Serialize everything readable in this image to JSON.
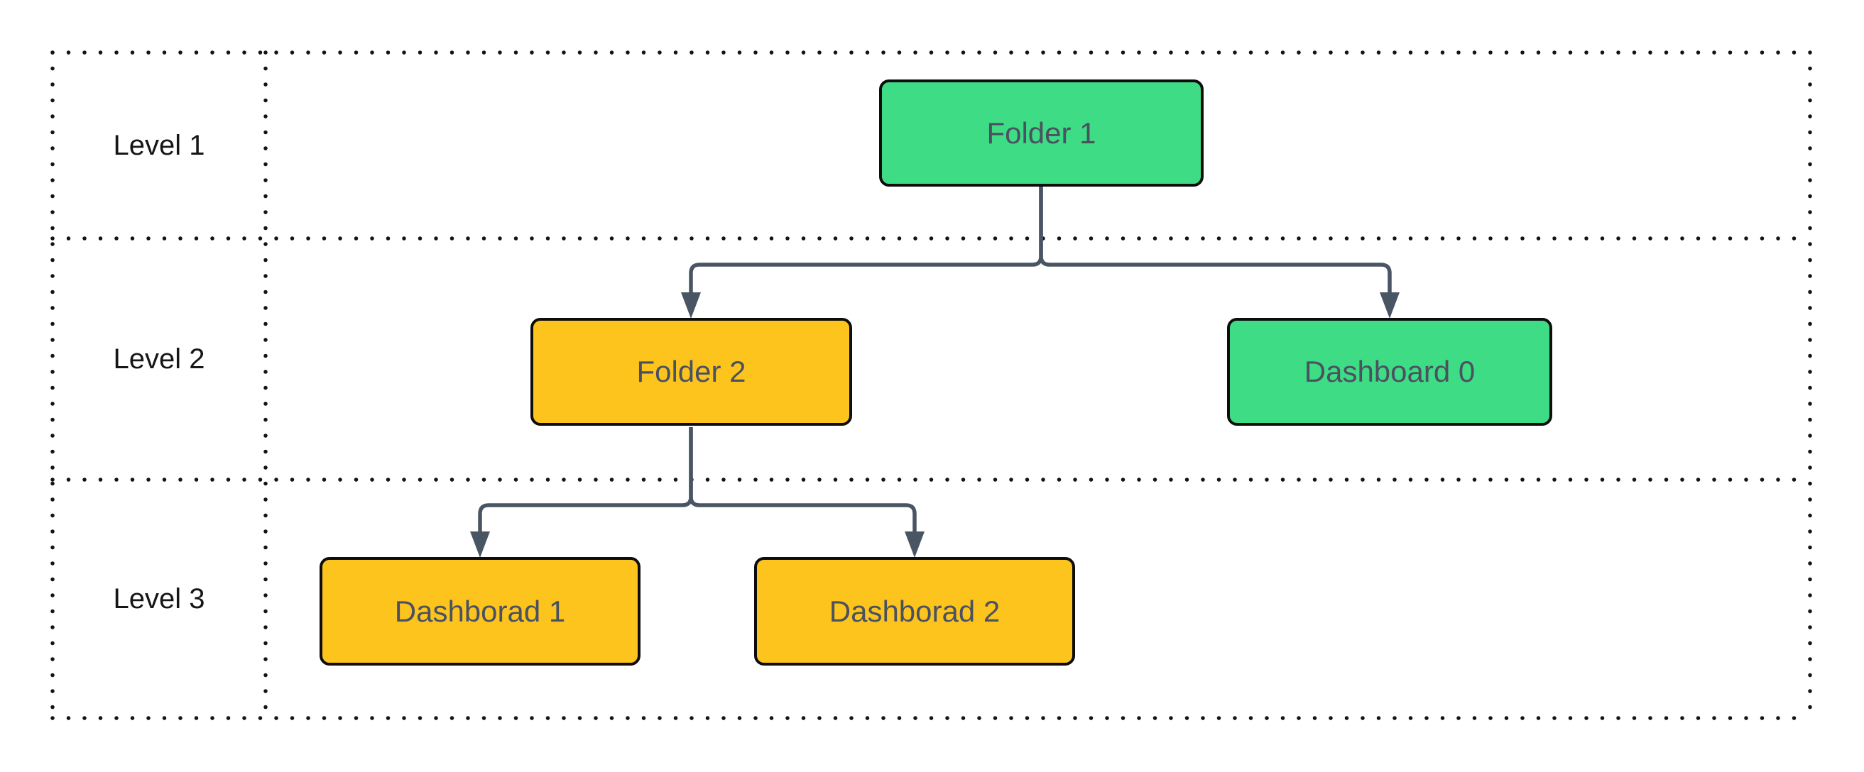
{
  "diagram": {
    "type": "tree-flowchart",
    "colors": {
      "node-green": "#3edc84",
      "node-yellow": "#fcc41d",
      "node-border": "#0d0d0d",
      "node-text": "#4a5160",
      "edge": "#4a5564",
      "grid": "#141414",
      "level-text": "#161616",
      "background": "#ffffff"
    },
    "levels": [
      {
        "label": "Level 1"
      },
      {
        "label": "Level 2"
      },
      {
        "label": "Level 3"
      }
    ],
    "nodes": [
      {
        "id": "folder-1",
        "label": "Folder 1",
        "color": "#3edc84",
        "level": "Level 1"
      },
      {
        "id": "folder-2",
        "label": "Folder 2",
        "color": "#fcc41d",
        "level": "Level 2"
      },
      {
        "id": "dashboard-0",
        "label": "Dashboard 0",
        "color": "#3edc84",
        "level": "Level 2"
      },
      {
        "id": "dashborad-1",
        "label": "Dashborad 1",
        "color": "#fcc41d",
        "level": "Level 3"
      },
      {
        "id": "dashborad-2",
        "label": "Dashborad 2",
        "color": "#fcc41d",
        "level": "Level 3"
      }
    ],
    "edges": [
      {
        "from": "Folder 1",
        "to": "Folder 2"
      },
      {
        "from": "Folder 1",
        "to": "Dashboard 0"
      },
      {
        "from": "Folder 2",
        "to": "Dashborad 1"
      },
      {
        "from": "Folder 2",
        "to": "Dashborad 2"
      }
    ]
  }
}
